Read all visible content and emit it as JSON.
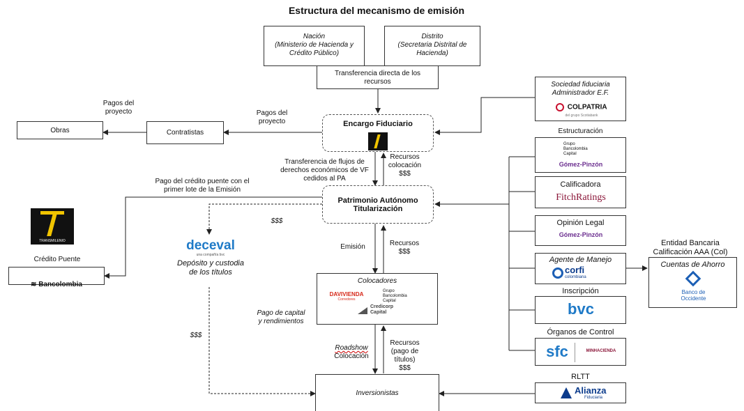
{
  "title": "Estructura del mecanismo de emisión",
  "nodes": {
    "nacion": "Nación\n(Ministerio de Hacienda y\nCrédito Público)",
    "distrito": "Distrito\n(Secretaria Distrital de\nHacienda)",
    "transferencia": "Transferencia directa de los\nrecursos",
    "encargo": "Encargo Fiduciario",
    "patrimonio": "Patrimonio Autónomo\nTitularización",
    "colocadores": "Colocadores",
    "inversionistas": "Inversionistas",
    "contratistas": "Contratistas",
    "obras": "Obras",
    "sociedad": "Sociedad fiduciaria\nAdministrador E.F.",
    "estructuracion": "Estructuración",
    "calificadora": "Calificadora",
    "opinion": "Opinión Legal",
    "agente": "Agente de Manejo",
    "inscripcion": "Inscripción",
    "organos": "Órganos de Control",
    "rltt": "RLTT",
    "entidad": "Entidad Bancaria\nCalificación AAA (Col)",
    "cuentas": "Cuentas de Ahorro",
    "credito": "Crédito Puente",
    "deposito": "Depósito y custodia\nde los títulos"
  },
  "edge_labels": {
    "pagos_proyecto_1": "Pagos del\nproyecto",
    "pagos_proyecto_2": "Pagos del\nproyecto",
    "transferencia_flujos": "Transferencia de flujos de\nderechos económicos de VF\ncedidos al PA",
    "recursos_colocacion": "Recursos\ncolocación\n$$$",
    "pago_credito": "Pago del crédito puente con el\nprimer lote de la Emisión",
    "dollars_1": "$$$",
    "emision": "Emisión",
    "recursos_2": "Recursos\n$$$",
    "pago_capital": "Pago de capital\ny rendimientos",
    "dollars_2": "$$$",
    "roadshow": "Roadshow",
    "colocacion": "Colocación",
    "recursos_pago": "Recursos\n(pago de\ntítulos)\n$$$"
  },
  "logos": {
    "colpatria": "COLPATRIA",
    "colpatria_sub": "del grupo Scotiabank",
    "grupo_bancolombia": "Grupo\nBancolombia\nCapital",
    "gomez_pinzon": "Gómez-Pinzón",
    "fitch": "FitchRatings",
    "fiduciaria_corfi": "corfi",
    "corfi_sub": "colombiana",
    "bvc": "bvc",
    "sfc": "sfc",
    "minhacienda": "MINHACIENDA",
    "alianza": "Alianza",
    "alianza_sub": "Fiduciaria",
    "banco_occidente": "Banco de\nOccidente",
    "bancolombia": "Bancolombia",
    "deceval": "deceval",
    "deceval_sub": "una compañía bvc",
    "davivienda": "DAVIVIENDA",
    "davivienda_sub": "Corredores",
    "credicorp": "Credicorp\nCapital",
    "transmilenio": "TRANSMILENIO"
  },
  "colors": {
    "colpatria_red": "#c8102e",
    "bancolombia_dark": "#1a1a1a",
    "gomez_purple": "#6b2e8f",
    "fitch_red": "#8a1538",
    "bvc_blue": "#1f7ac7",
    "alianza_blue": "#0b3b8c",
    "occidente_blue": "#1c5fb5",
    "davivienda_red": "#d62718",
    "transmilenio_yellow": "#f1c400"
  }
}
